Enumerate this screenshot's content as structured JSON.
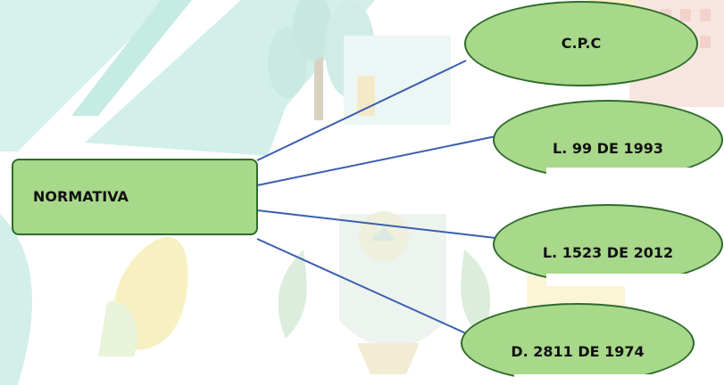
{
  "diagram": {
    "root": {
      "label": "NORMATIVA"
    },
    "children": [
      {
        "label": "C.P.C"
      },
      {
        "label": "L. 99 DE 1993"
      },
      {
        "label": "L. 1523 DE 2012"
      },
      {
        "label": "D. 2811 DE 1974"
      }
    ]
  },
  "colors": {
    "node_fill": "#a8d88a",
    "node_border": "#2f6b2c",
    "connector": "#3a5fb0",
    "watermark_teal": "#bfe7e0",
    "watermark_yellow": "#f7ecae"
  }
}
